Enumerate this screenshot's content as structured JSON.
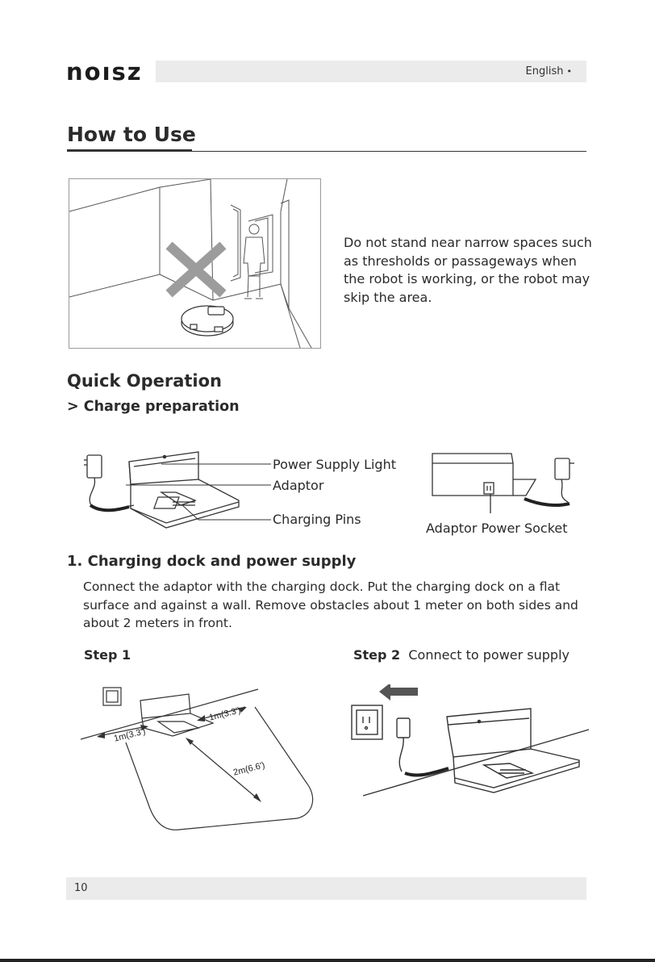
{
  "brand": {
    "logo": "noısz"
  },
  "header": {
    "language": "English",
    "language_dot": "•"
  },
  "section": {
    "title": "How to Use"
  },
  "warning": {
    "text": "Do not stand near narrow spaces such as thresholds or passageways when the robot is working, or the robot may skip the area."
  },
  "quick": {
    "heading": "Quick Operation",
    "subheading": "> Charge preparation",
    "labels": {
      "power_light": "Power Supply Light",
      "adaptor": "Adaptor",
      "pins": "Charging Pins",
      "socket": "Adaptor Power Socket"
    }
  },
  "step_section": {
    "heading": "1. Charging dock and power supply",
    "paragraph": "Connect the adaptor with the charging dock. Put the charging dock on a flat surface and against a wall. Remove obstacles about 1 meter on both sides and about 2 meters in front.",
    "step1": {
      "label": "Step 1"
    },
    "step2": {
      "label": "Step 2",
      "text": "Connect to power supply"
    },
    "dims": {
      "left": "1m(3.3')",
      "right": "1m(3.3')",
      "front": "2m(6.6')"
    }
  },
  "footer": {
    "page": "10"
  },
  "colors": {
    "bar": "#ebebeb",
    "ink": "#2a2a2a",
    "cross": "#9c9c9c"
  }
}
